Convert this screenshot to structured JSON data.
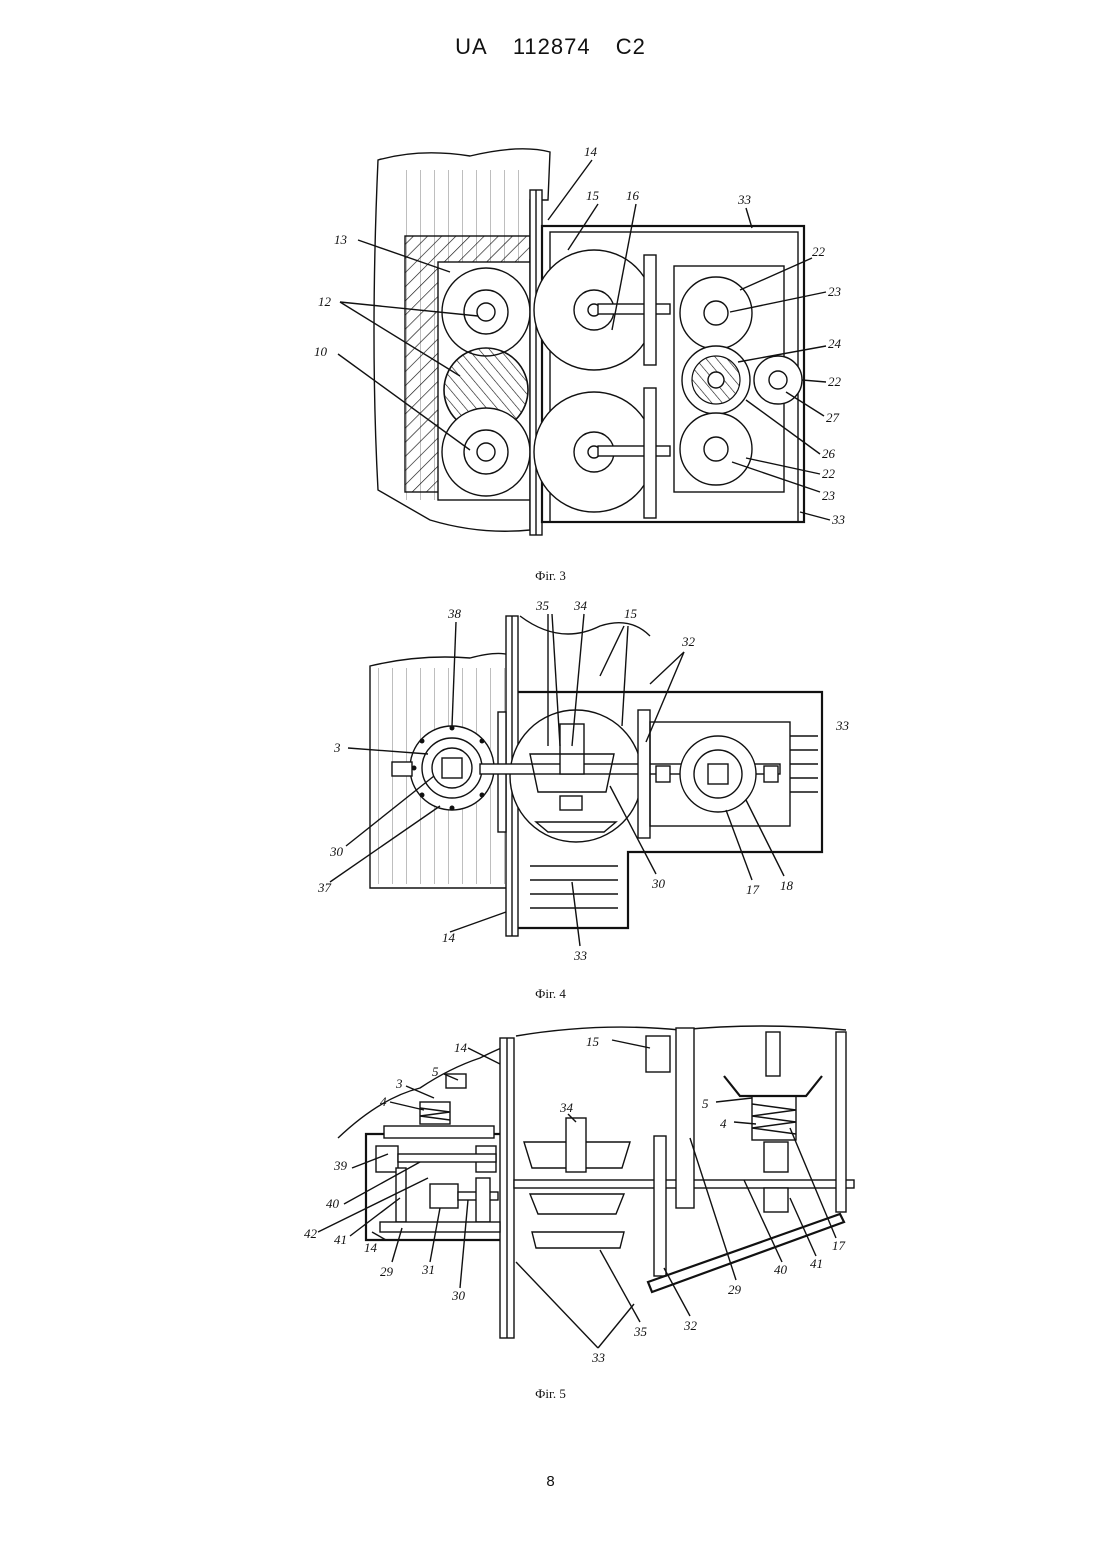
{
  "header": {
    "country": "UA",
    "number": "112874",
    "kind": "C2"
  },
  "figures": [
    {
      "caption": "Фіг. 3",
      "labels": [
        "14",
        "15",
        "16",
        "33",
        "22",
        "23",
        "24",
        "22",
        "27",
        "26",
        "22",
        "23",
        "33",
        "13",
        "12",
        "10"
      ]
    },
    {
      "caption": "Фіг. 4",
      "labels": [
        "38",
        "35",
        "34",
        "15",
        "32",
        "33",
        "3",
        "30",
        "37",
        "30",
        "17",
        "18",
        "14",
        "33"
      ]
    },
    {
      "caption": "Фіг. 5",
      "labels": [
        "15",
        "14",
        "5",
        "3",
        "4",
        "34",
        "5",
        "4",
        "39",
        "40",
        "42",
        "41",
        "14",
        "29",
        "31",
        "30",
        "33",
        "35",
        "32",
        "29",
        "40",
        "41",
        "17"
      ]
    }
  ],
  "page_number": "8"
}
